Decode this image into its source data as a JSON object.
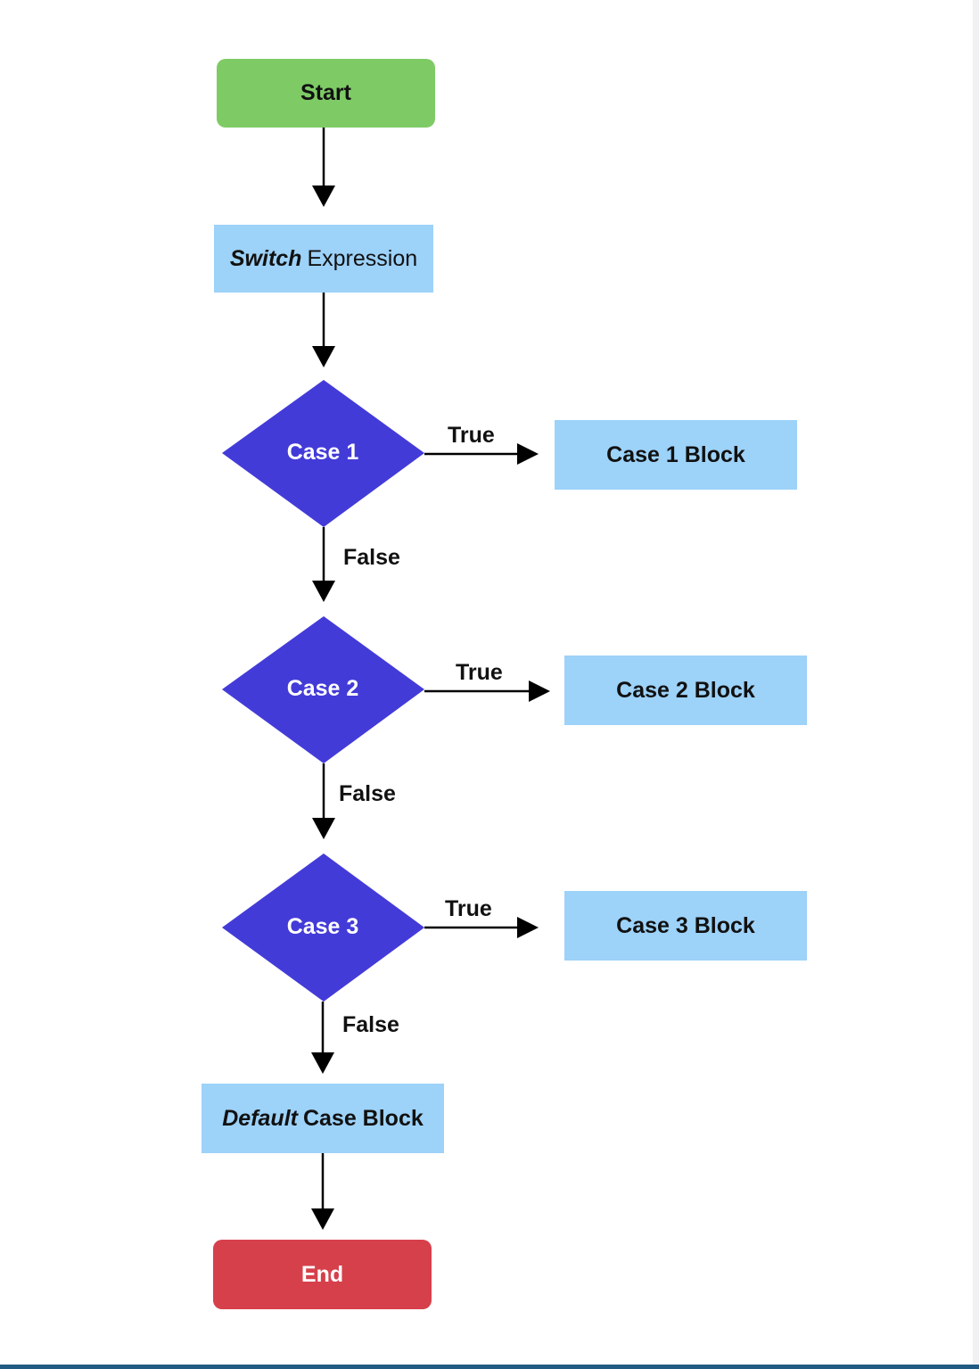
{
  "nodes": {
    "start": "Start",
    "switch_italic": "Switch",
    "switch_rest": "Expression",
    "case1": "Case 1",
    "case2": "Case 2",
    "case3": "Case 3",
    "case1_block": "Case 1 Block",
    "case2_block": "Case 2 Block",
    "case3_block": "Case 3 Block",
    "default_italic": "Default",
    "default_rest": "Case Block",
    "end": "End"
  },
  "edges": {
    "true": "True",
    "false": "False"
  },
  "colors": {
    "start": "#7ecb65",
    "process": "#9dd2f9",
    "decision": "#433bd8",
    "end": "#d6404b",
    "line": "#000000"
  }
}
